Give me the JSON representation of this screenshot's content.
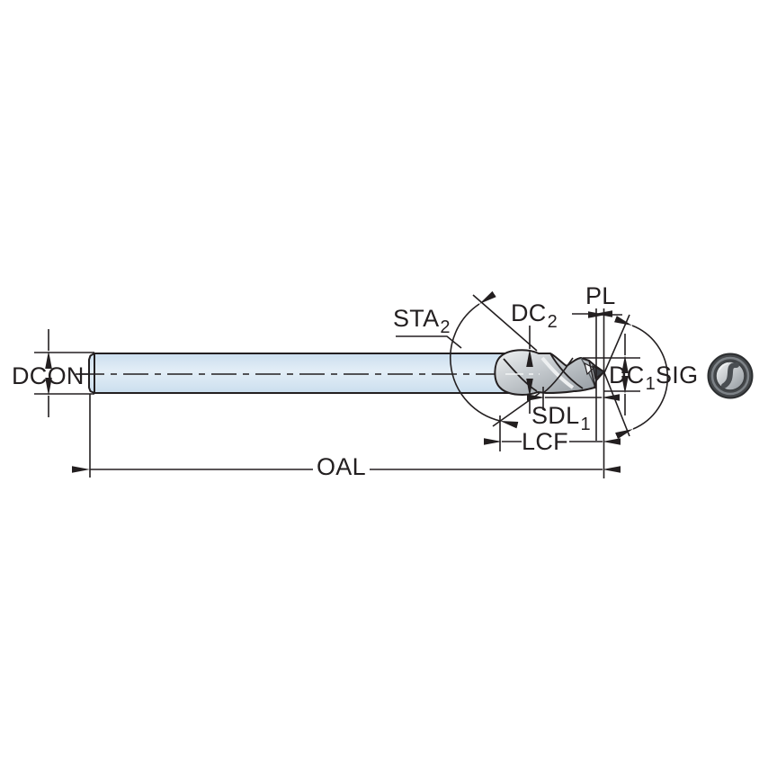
{
  "drawing": {
    "type": "technical-dimension-drawing",
    "subject": "ball-nose end mill side view with end view",
    "labels": {
      "dcon": {
        "text": "DCON"
      },
      "sta2": {
        "base": "STA",
        "sub": "2"
      },
      "dc2": {
        "base": "DC",
        "sub": "2"
      },
      "pl": {
        "text": "PL"
      },
      "dc1": {
        "base": "DC",
        "sub": "1"
      },
      "sig": {
        "text": "SIG"
      },
      "sdl1": {
        "base": "SDL",
        "sub": "1"
      },
      "lcf": {
        "text": "LCF"
      },
      "oal": {
        "text": "OAL"
      }
    },
    "colors": {
      "line": "#231f20",
      "shank_fill": "#d7e5f1",
      "head_light": "#eceeef",
      "head_dark": "#9ea4a9",
      "end_view_dark": "#45484b",
      "background": "#ffffff"
    },
    "icons": [
      "tool-end-view-icon"
    ]
  }
}
